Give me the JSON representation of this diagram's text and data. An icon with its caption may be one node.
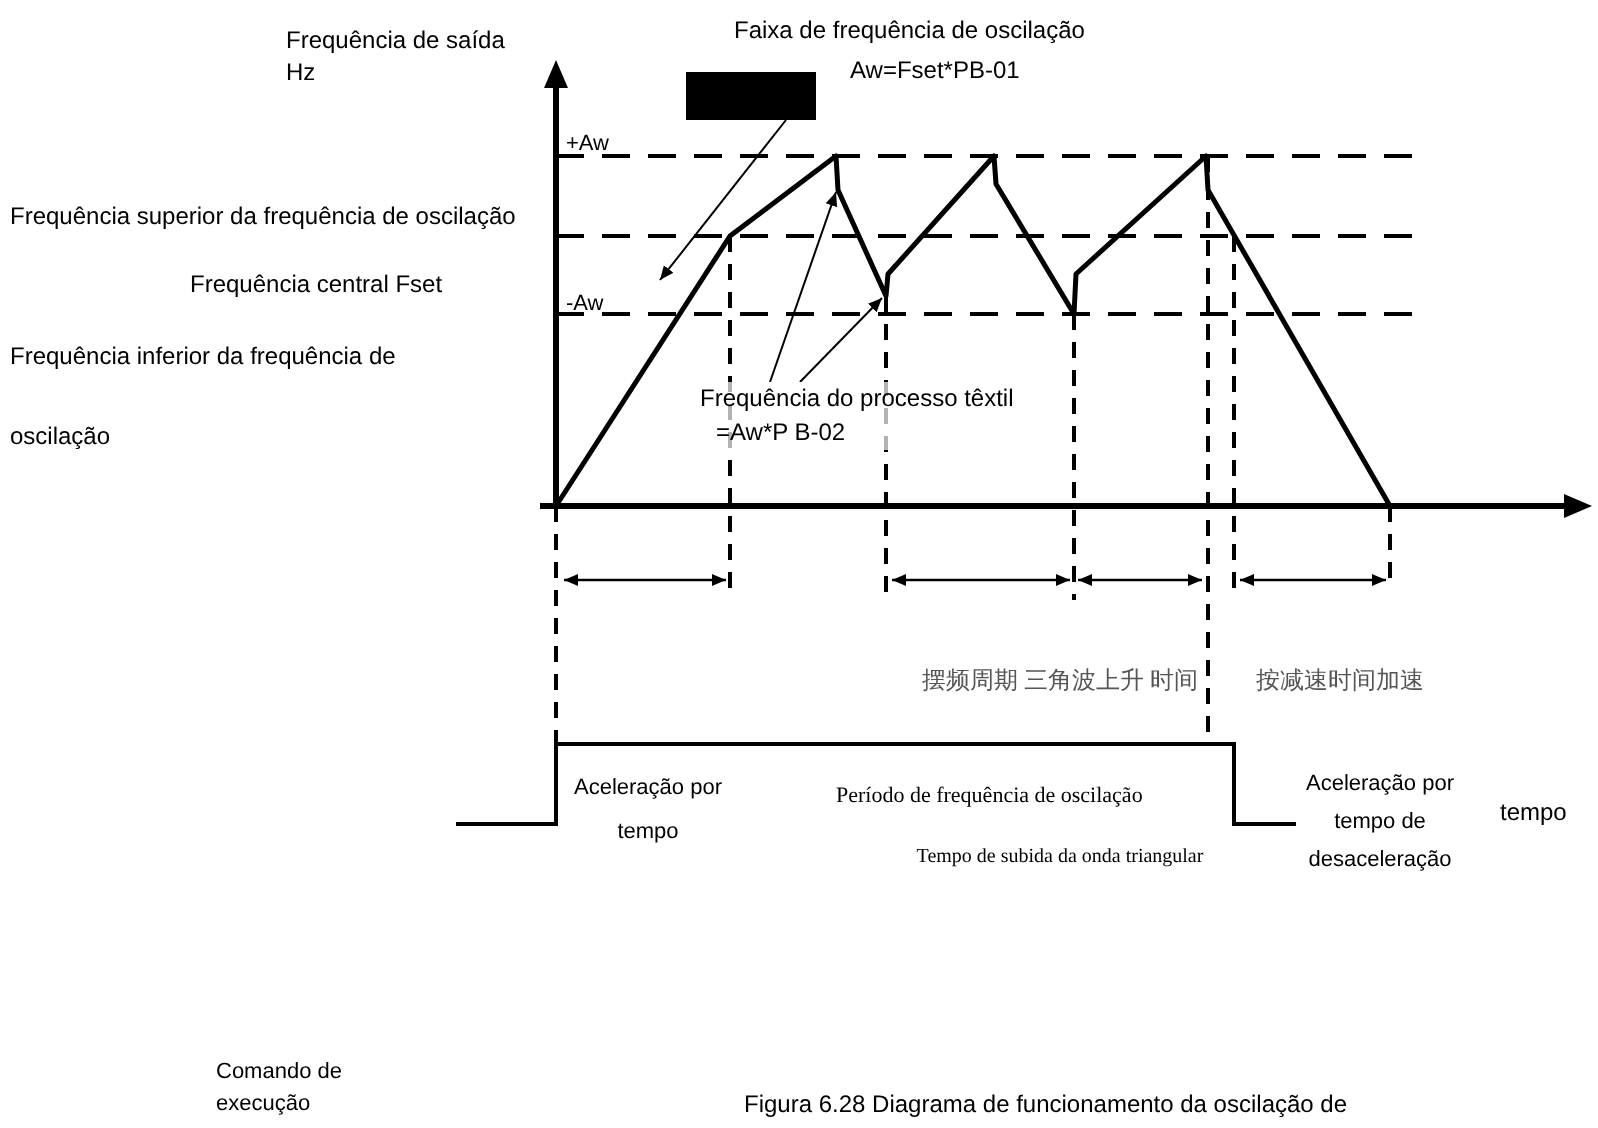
{
  "diagram": {
    "caption": "Figura 6.28 Diagrama de funcionamento da oscilação de",
    "nodes": [
      {
        "text": [],
        "shape": "box"
      },
      {
        "text": [
          "Frequência do processo têxtil",
          "=Aw*P B-02"
        ]
      }
    ],
    "edges": [
      {
        "from": 0,
        "to": null,
        "arrow": "to"
      },
      {
        "from": 1,
        "to": null,
        "arrow": "to"
      },
      {
        "from": 1,
        "to": null,
        "arrow": "to"
      }
    ],
    "labels": [
      "Frequência de saída Hz",
      "Faixa de frequência de oscilação",
      "Aw=Fset*PB-01",
      "+Aw",
      "Frequência superior da frequência de oscilação",
      "Frequência central Fset",
      "-Aw",
      "Frequência inferior da frequência de",
      "oscilação",
      "tempo",
      "摆频周期 三角波上升 时间",
      "按减速时间加速",
      "Aceleração por tempo",
      "Período de frequência de oscilação",
      "Aceleração por tempo de desaceleração",
      "Tempo de subida da onda triangular",
      "Comando de execução"
    ]
  }
}
